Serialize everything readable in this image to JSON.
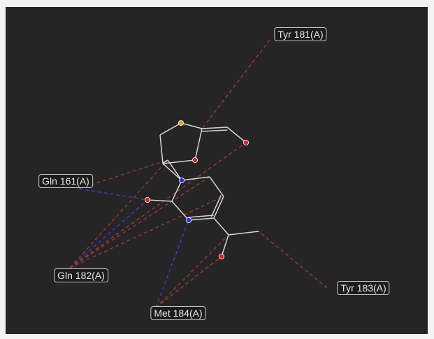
{
  "colors": {
    "background": "#252525",
    "bond": "#d6d6d6",
    "hydrophobic": "#9b3a3a",
    "hbond": "#3d3dd8",
    "oxygen": "#e81e1e",
    "nitrogen": "#2b2bff",
    "sulfur": "#e0a020"
  },
  "residues": [
    {
      "id": "tyr181",
      "label": "Tyr 181(A)"
    },
    {
      "id": "gln161",
      "label": "Gln 161(A)"
    },
    {
      "id": "gln182",
      "label": "Gln 182(A)"
    },
    {
      "id": "tyr183",
      "label": "Tyr 183(A)"
    },
    {
      "id": "met184",
      "label": "Met 184(A)"
    }
  ],
  "atoms": [
    {
      "id": "S1",
      "element": "S"
    },
    {
      "id": "O1",
      "element": "O"
    },
    {
      "id": "O2",
      "element": "O"
    },
    {
      "id": "N1",
      "element": "N"
    },
    {
      "id": "O3",
      "element": "O"
    },
    {
      "id": "N2",
      "element": "N"
    },
    {
      "id": "O4",
      "element": "O"
    }
  ],
  "interactions": [
    {
      "from": "tyr181",
      "to": "C3",
      "kind": "hydrophobic"
    },
    {
      "from": "gln161",
      "to": "C4",
      "kind": "hydrophobic"
    },
    {
      "from": "gln161",
      "to": "O3",
      "kind": "hbond"
    },
    {
      "from": "gln182",
      "to": "O2",
      "kind": "hydrophobic"
    },
    {
      "from": "gln182",
      "to": "O3",
      "kind": "hbond"
    },
    {
      "from": "gln182",
      "to": "C7",
      "kind": "hydrophobic"
    },
    {
      "from": "gln182",
      "to": "C4",
      "kind": "hydrophobic"
    },
    {
      "from": "gln182",
      "to": "C6",
      "kind": "hydrophobic"
    },
    {
      "from": "met184",
      "to": "N2",
      "kind": "hbond"
    },
    {
      "from": "met184",
      "to": "O4",
      "kind": "hydrophobic"
    },
    {
      "from": "met184",
      "to": "C10",
      "kind": "hydrophobic"
    },
    {
      "from": "tyr183",
      "to": "C11",
      "kind": "hydrophobic"
    }
  ]
}
